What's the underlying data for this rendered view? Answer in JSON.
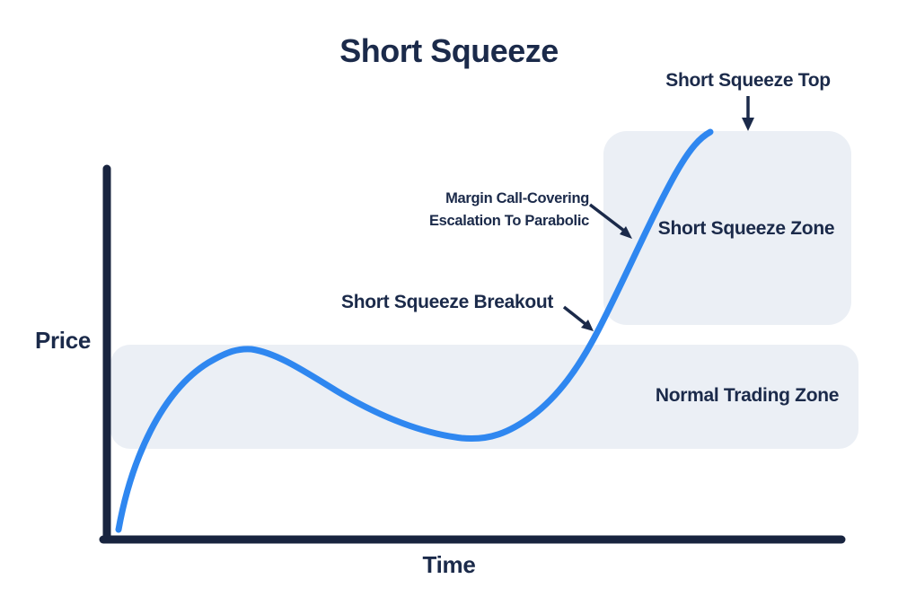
{
  "title": "Short Squeeze",
  "axes": {
    "y_label": "Price",
    "x_label": "Time"
  },
  "zones": {
    "short_squeeze_label": "Short Squeeze Zone",
    "normal_trading_label": "Normal Trading Zone"
  },
  "annotations": {
    "top_label": "Short Squeeze Top",
    "margin_line1": "Margin Call-Covering",
    "margin_line2": "Escalation To Parabolic",
    "breakout_label": "Short Squeeze Breakout"
  },
  "colors": {
    "navy": "#1b2a4a",
    "axis": "#18243f",
    "curve": "#2f87f0",
    "zone_bg": "#ebeff5"
  },
  "chart_data": {
    "type": "line",
    "title": "Short Squeeze",
    "xlabel": "Time",
    "ylabel": "Price",
    "tick_labels": "none (conceptual axes, no numeric scale)",
    "legend": "none",
    "grid": false,
    "series": [
      {
        "name": "price",
        "x_pct": [
          2,
          5,
          10,
          15,
          20,
          27,
          34,
          41,
          48,
          54,
          58,
          63,
          66,
          71,
          74,
          78,
          82
        ],
        "y_pct": [
          3,
          20,
          38,
          44,
          47,
          41,
          33,
          27,
          25,
          25,
          32,
          41,
          50,
          65,
          80,
          92,
          100
        ],
        "description": "steep rise to local hump, decline to shallow trough, then parabolic squeeze to top"
      }
    ],
    "key_points_pct": {
      "start": [
        2,
        3
      ],
      "local_peak": [
        19,
        47
      ],
      "trough": [
        50,
        25
      ],
      "short_squeeze_breakout": [
        66,
        50
      ],
      "short_squeeze_top": [
        82,
        100
      ]
    },
    "zones": [
      {
        "label": "Normal Trading Zone",
        "x_pct": [
          0,
          100
        ],
        "y_pct": [
          22,
          48
        ]
      },
      {
        "label": "Short Squeeze Zone",
        "x_pct": [
          67,
          100
        ],
        "y_pct": [
          53,
          100
        ]
      }
    ],
    "annotations": [
      {
        "text": "Short Squeeze Top",
        "arrow": "points down to curve apex"
      },
      {
        "text": "Margin Call-Covering Escalation To Parabolic",
        "arrow": "points down-right to steep mid-rise of squeeze"
      },
      {
        "text": "Short Squeeze Breakout",
        "arrow": "points down-right to curve exiting normal trading zone"
      }
    ]
  }
}
